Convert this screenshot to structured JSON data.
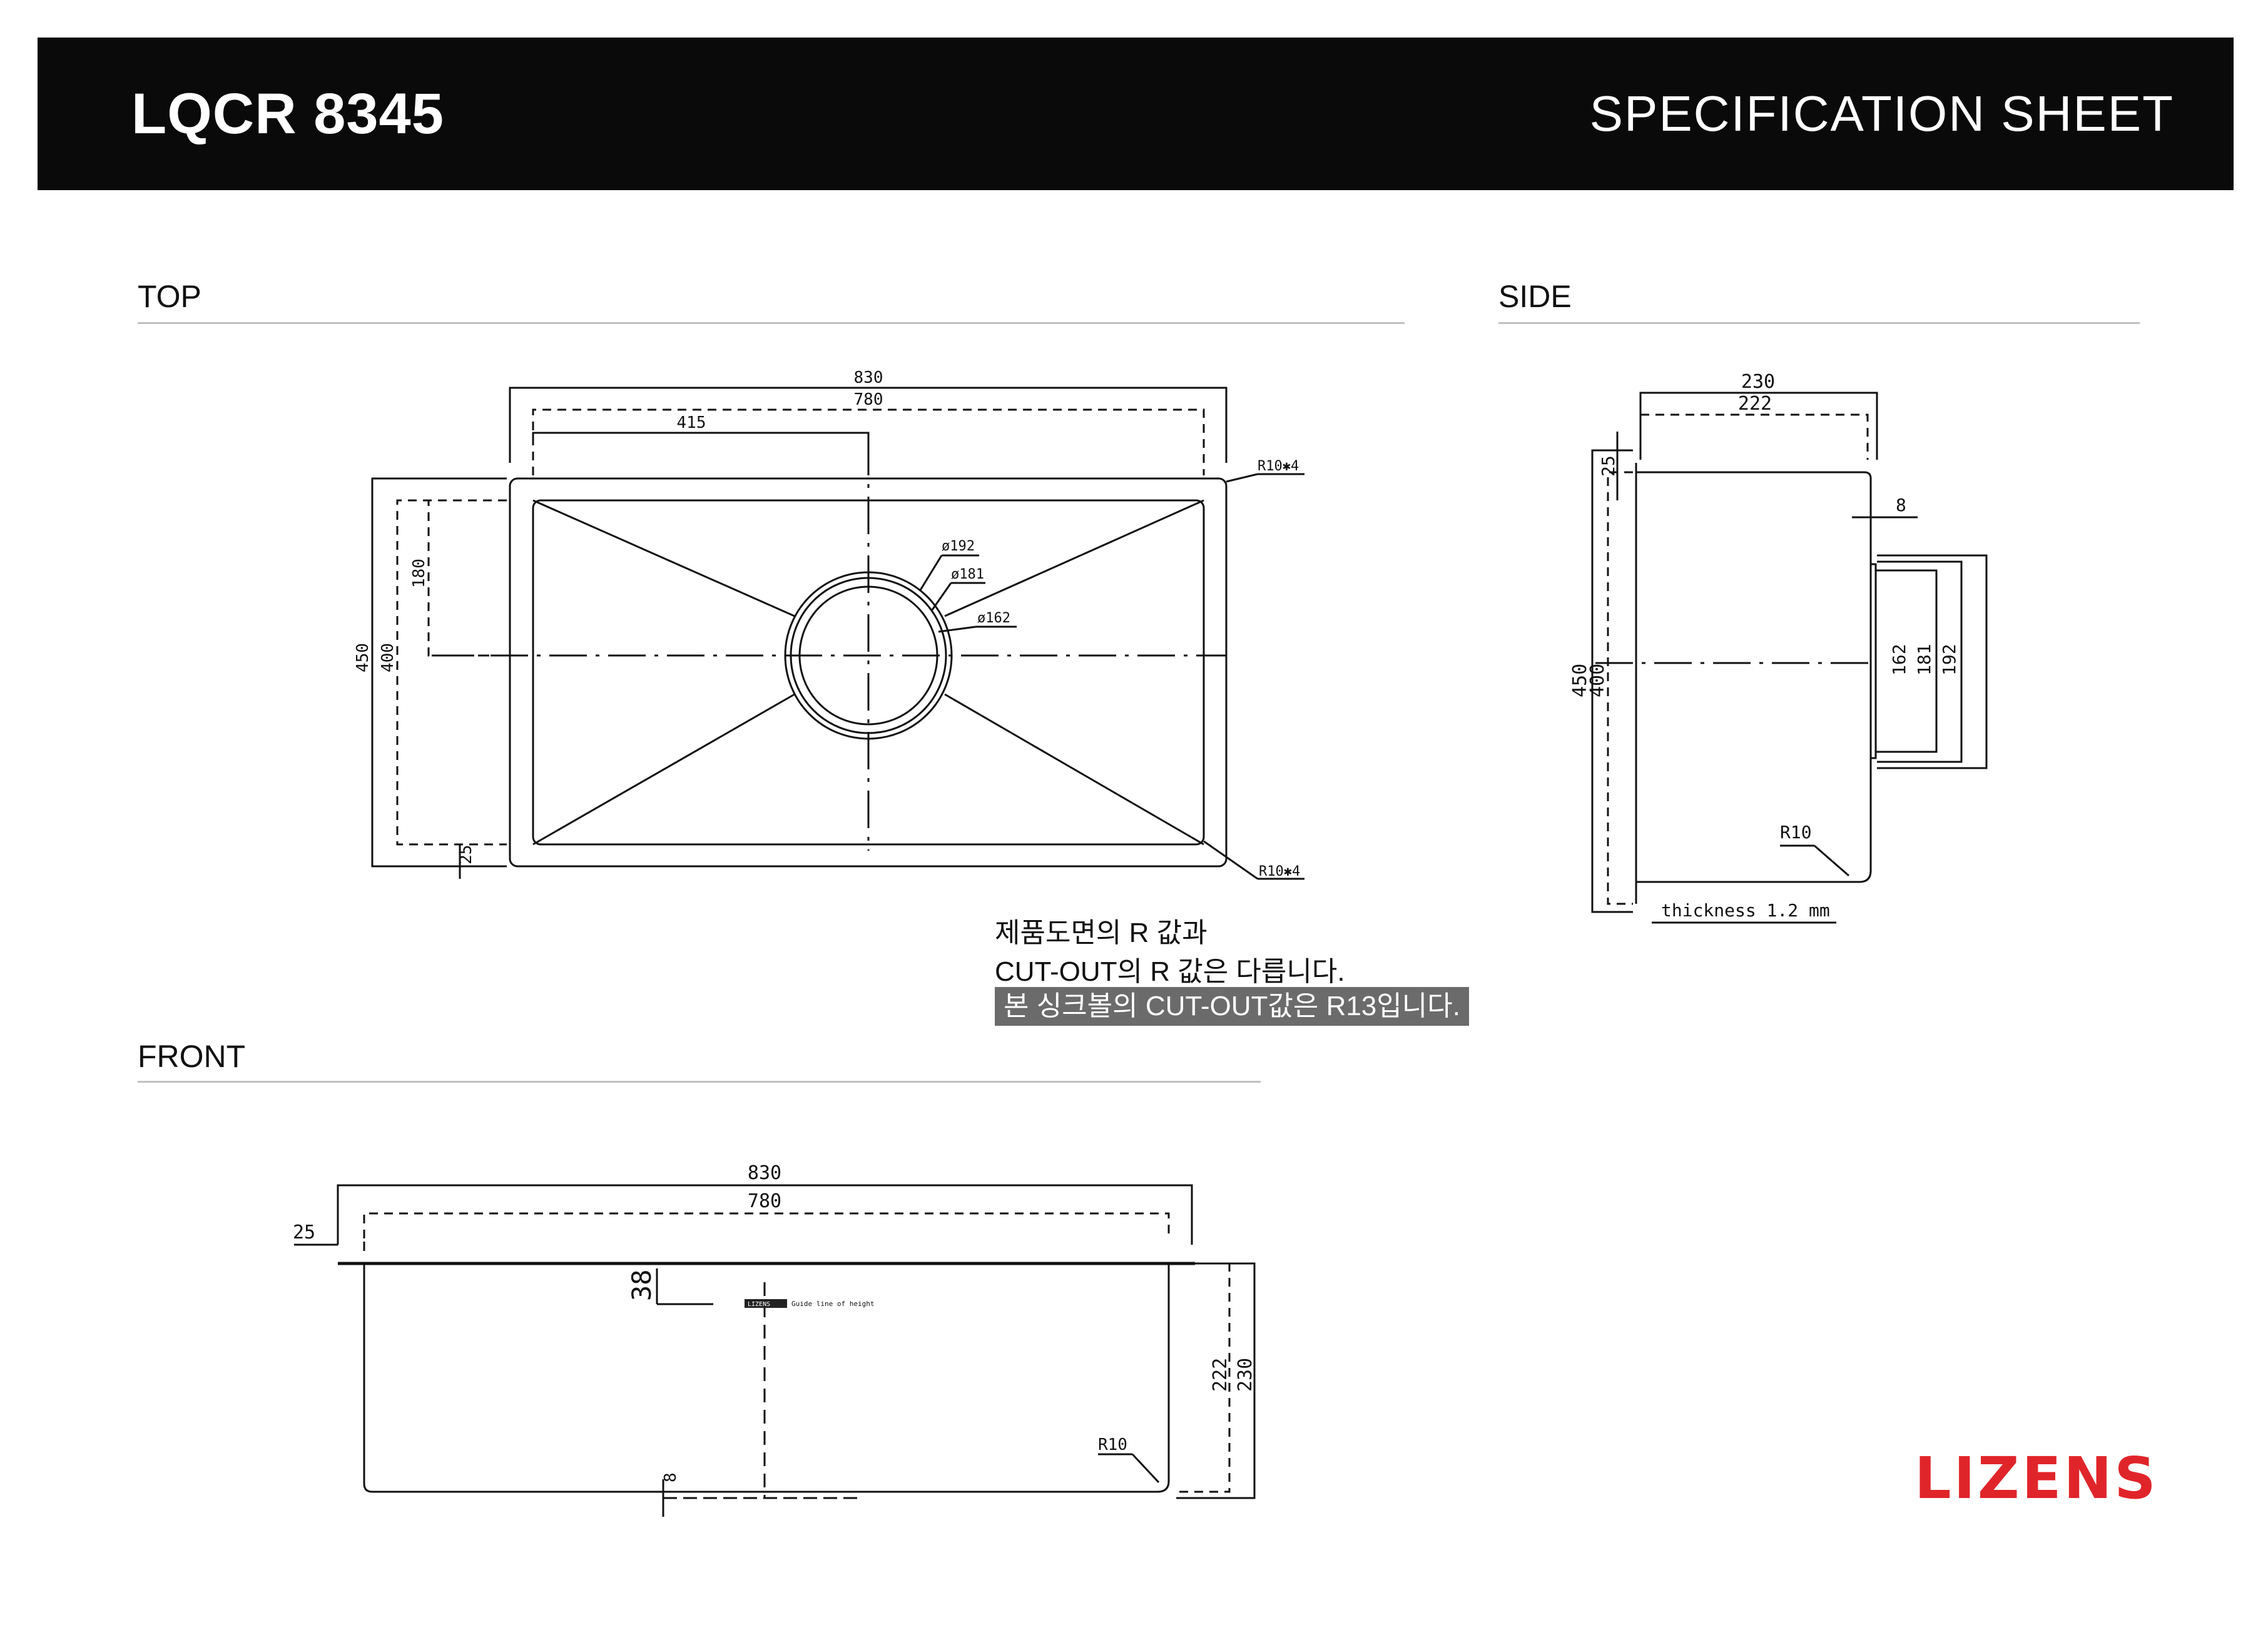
{
  "header": {
    "model": "LQCR 8345",
    "sheet_title": "SPECIFICATION SHEET"
  },
  "sections": {
    "top": "TOP",
    "side": "SIDE",
    "front": "FRONT"
  },
  "top_view": {
    "dims": {
      "outer_width": "830",
      "inner_width": "780",
      "half_width": "415",
      "outer_depth": "450",
      "inner_depth": "400",
      "center_offset": "180",
      "flange": "25",
      "radius_top": "R10✱4",
      "radius_bottom": "R10✱4",
      "drain_outer": "ø192",
      "drain_mid": "ø181",
      "drain_inner": "ø162"
    }
  },
  "side_view": {
    "dims": {
      "outer_height": "230",
      "inner_height": "222",
      "flange": "25",
      "offset": "8",
      "outer_depth": "450",
      "inner_depth": "400",
      "drain_inner": "162",
      "drain_mid": "181",
      "drain_outer": "192",
      "radius": "R10",
      "thickness": "thickness 1.2 mm"
    }
  },
  "front_view": {
    "dims": {
      "outer_width": "830",
      "inner_width": "780",
      "flange": "25",
      "guide_height": "38",
      "offset": "8",
      "inner_height": "222",
      "outer_height": "230",
      "radius": "R10",
      "guide_text": "Guide line of height",
      "guide_label": "LIZENS"
    }
  },
  "notes": {
    "line1": "제품도면의 R 값과",
    "line2": "CUT-OUT의 R 값은 다릅니다.",
    "highlight": "본 싱크볼의 CUT-OUT값은 R13입니다."
  },
  "brand": {
    "name": "LIZENS",
    "color": "#e0252a"
  }
}
